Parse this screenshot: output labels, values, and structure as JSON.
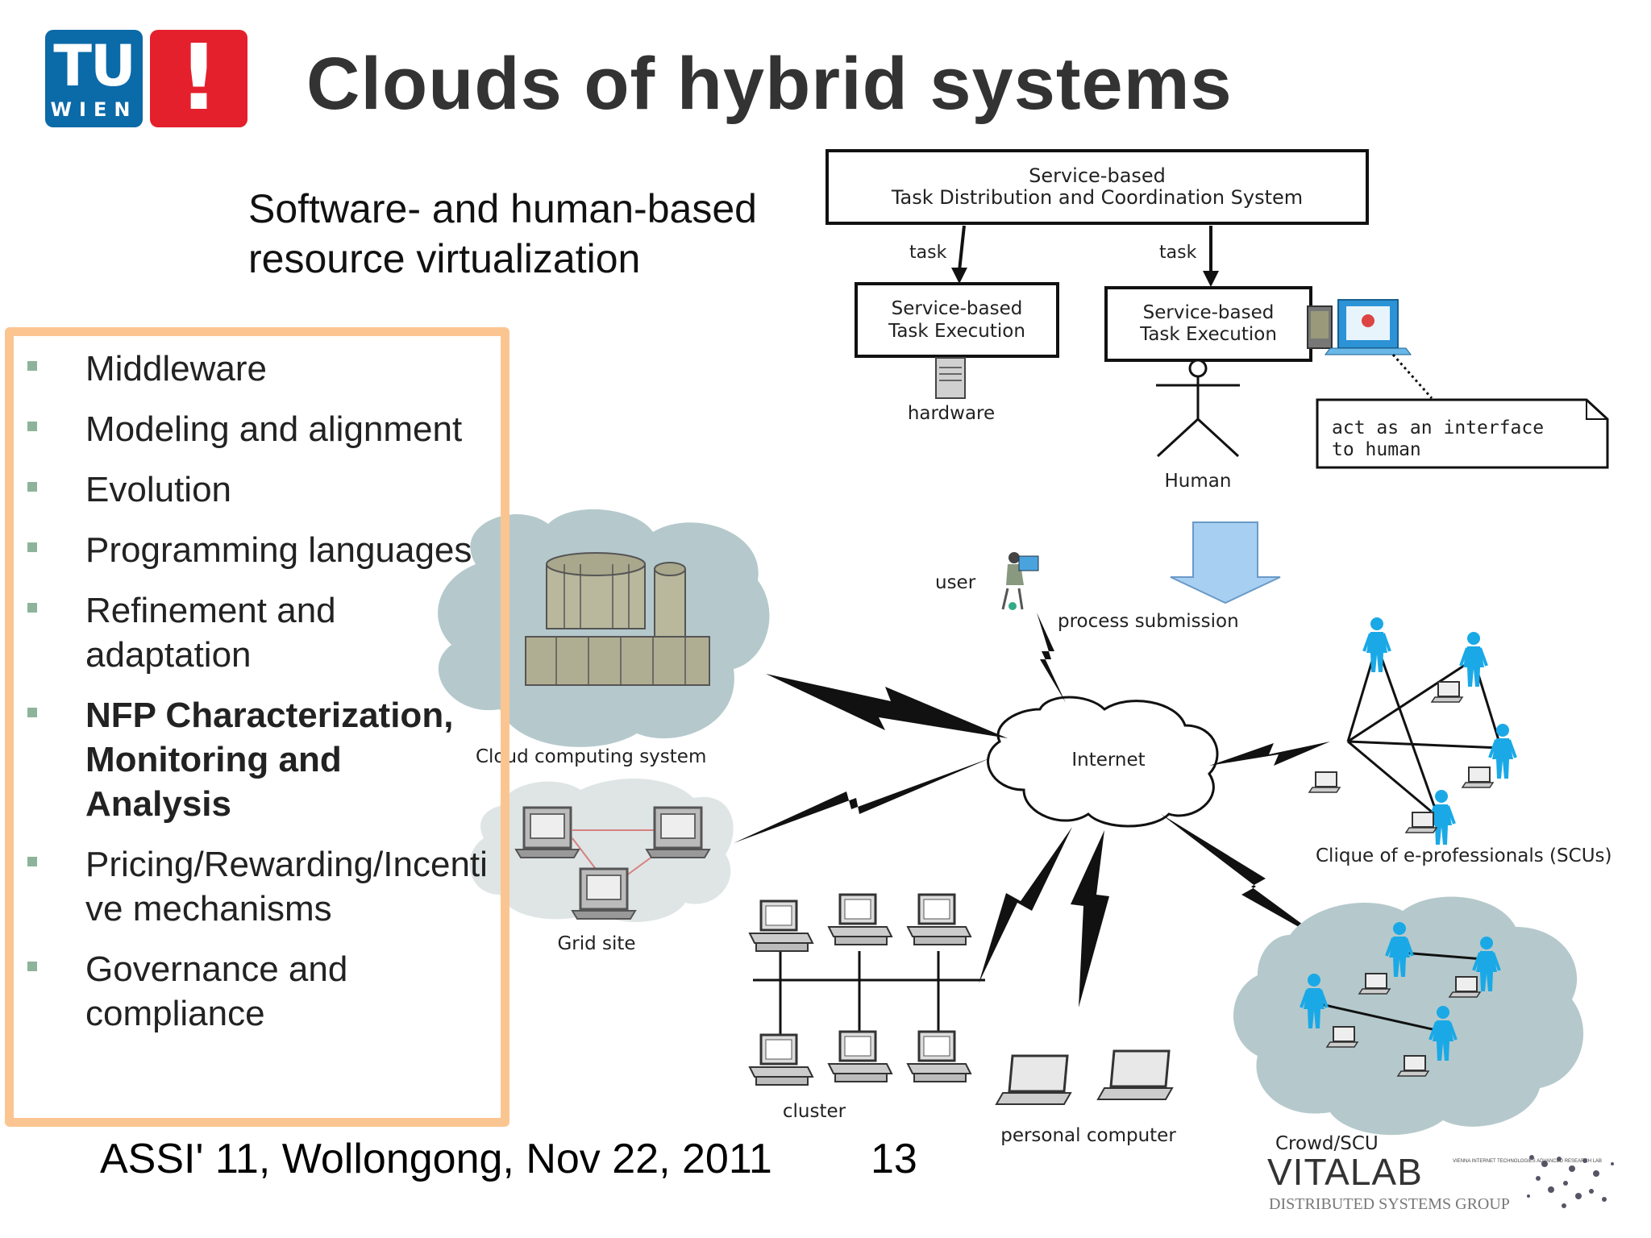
{
  "header": {
    "logo_tu": "TU",
    "logo_wien": "WIEN",
    "logo_mark": "!",
    "title": "Clouds of hybrid systems"
  },
  "subtitle": {
    "line1": "Software- and human-based",
    "line2": "resource virtualization"
  },
  "topics": [
    {
      "label": "Middleware",
      "bold": false
    },
    {
      "label": "Modeling and alignment",
      "bold": false
    },
    {
      "label": "Evolution",
      "bold": false
    },
    {
      "label": "Programming languages",
      "bold": false
    },
    {
      "label": "Refinement and adaptation",
      "bold": false
    },
    {
      "label": "NFP Characterization, Monitoring and Analysis",
      "bold": true
    },
    {
      "label": "Pricing/Rewarding/Incentive mechanisms",
      "bold": false
    },
    {
      "label": "Governance and compliance",
      "bold": false
    }
  ],
  "diagram": {
    "coordination_line1": "Service-based",
    "coordination_line2": "Task Distribution and Coordination System",
    "task_left": "task",
    "task_right": "task",
    "exec_left_line1": "Service-based",
    "exec_left_line2": "Task Execution",
    "exec_right_line1": "Service-based",
    "exec_right_line2": "Task Execution",
    "hardware": "hardware",
    "human": "Human",
    "note_line1": "act as an interface",
    "note_line2": "to human",
    "user": "user",
    "process_submission": "process submission",
    "internet": "Internet",
    "cloud_computing": "Cloud computing system",
    "grid_site": "Grid site",
    "cluster": "cluster",
    "personal_computer": "personal computer",
    "clique": "Clique of e-professionals (SCUs)",
    "crowd": "Crowd/SCU"
  },
  "footer": {
    "text": "ASSI' 11, Wollongong, Nov 22, 2011",
    "page": "13",
    "vitalab": "VITALAB",
    "vitalab_sub": "DISTRIBUTED SYSTEMS GROUP",
    "vitalab_tag": "VIENNA INTERNET TECHNOLOGIES ADVANCED RESEARCH LAB"
  },
  "colors": {
    "tu_blue": "#0b6aa8",
    "tu_red": "#e4202c",
    "topics_border": "#fbc591",
    "person_blue": "#1aa9e6",
    "arrow_blue": "#a7cff2",
    "cloud_gray": "#b5c9cc"
  }
}
